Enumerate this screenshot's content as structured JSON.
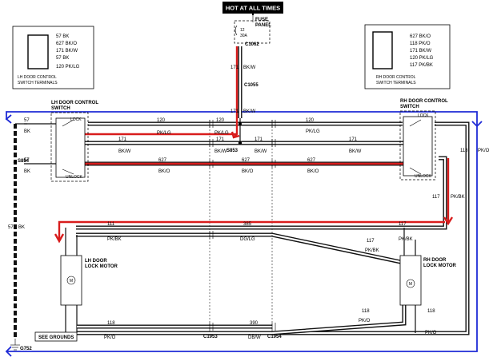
{
  "labels": {
    "hot": "HOT AT ALL TIMES",
    "fuse_panel": [
      "FUSE",
      "PANEL"
    ],
    "fuse_no": "12",
    "fuse_amp": "30A",
    "c1062": "C1062",
    "c1055": "C1055",
    "c1953": "C1953",
    "c1954": "C1954",
    "s853": "S853",
    "s854": "S854",
    "g752": "G752",
    "see_grounds": "SEE GROUNDS",
    "lh_switch": [
      "LH DOOR CONTROL",
      "SWITCH"
    ],
    "rh_switch": [
      "RH DOOR CONTROL",
      "SWITCH"
    ],
    "lh_motor": [
      "LH DOOR",
      "LOCK MOTOR"
    ],
    "rh_motor": [
      "RH DOOR",
      "LOCK MOTOR"
    ],
    "lock": "LOCK",
    "unlock": "UNLOCK",
    "m": "M"
  },
  "lh_terminal_box": {
    "caption": [
      "LH DOOR CONTROL",
      "SWITCH TERMINALS"
    ],
    "pins": [
      "57 BK",
      "627 BK/O",
      "171 BK/W",
      "57 BK",
      "120 PK/LG"
    ]
  },
  "rh_terminal_box": {
    "caption": [
      "RH DOOR CONTROL",
      "SWITCH TERMINALS"
    ],
    "pins": [
      "627 BK/O",
      "118 PK/O",
      "171 BK/W",
      "120 PK/LG",
      "117 PK/BK"
    ]
  },
  "wires": {
    "w171_bkw": [
      "171",
      "BK/W"
    ],
    "w120_pklg": [
      "120",
      "PK/LG"
    ],
    "w627_bko": [
      "627",
      "BK/O"
    ],
    "w57": [
      "57",
      "BK"
    ],
    "w118_pko": [
      "118",
      "PK/O"
    ],
    "w117_pkbk": [
      "117",
      "PK/BK"
    ],
    "w111_pkbk": [
      "111",
      "PK/BK"
    ],
    "w385_dglg": [
      "385",
      "DG/LG"
    ],
    "w390_dbw": [
      "390",
      "DB/W"
    ]
  }
}
